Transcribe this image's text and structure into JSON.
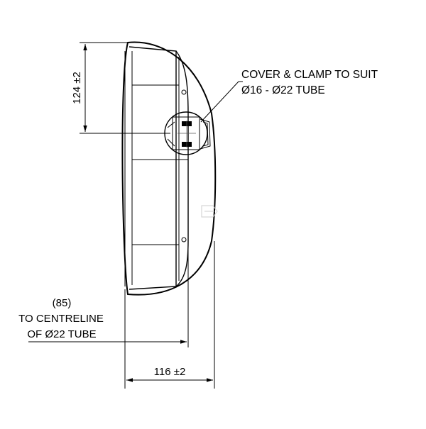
{
  "dimensions": {
    "height_label": "124 ±2",
    "width_label": "116 ±2",
    "centreline_value": "(85)",
    "centreline_line1": "TO CENTRELINE",
    "centreline_line2": "OF Ø22 TUBE"
  },
  "callout": {
    "line1": "COVER & CLAMP TO SUIT",
    "line2": "Ø16 - Ø22 TUBE"
  }
}
